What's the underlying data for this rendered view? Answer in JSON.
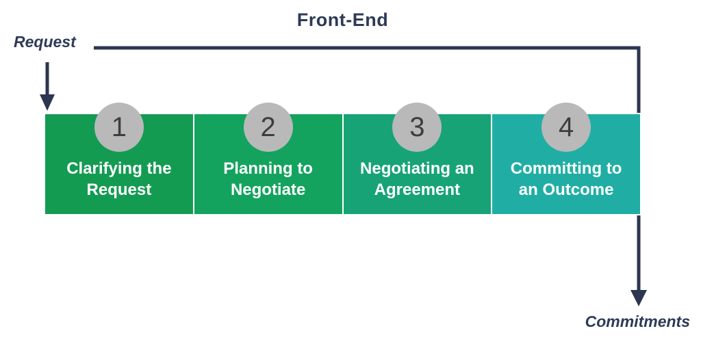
{
  "title": "Front-End",
  "input_label": "Request",
  "output_label": "Commitments",
  "colors": {
    "connector_line": "#2c3650",
    "heading_text": "#2e3a56",
    "circle_fill": "#b9b9b9",
    "circle_number_text": "#3d3d3d",
    "stage_label_text": "#ffffff",
    "band_border": "#ffffff",
    "background": "#ffffff"
  },
  "stages": [
    {
      "number": "1",
      "lines": [
        "Clarifying the",
        "Request"
      ],
      "color": "#149b52"
    },
    {
      "number": "2",
      "lines": [
        "Planning to",
        "Negotiate"
      ],
      "color": "#14a35e"
    },
    {
      "number": "3",
      "lines": [
        "Negotiating an",
        "Agreement"
      ],
      "color": "#17a376"
    },
    {
      "number": "4",
      "lines": [
        "Committing to",
        "an Outcome"
      ],
      "color": "#20aea4"
    }
  ]
}
